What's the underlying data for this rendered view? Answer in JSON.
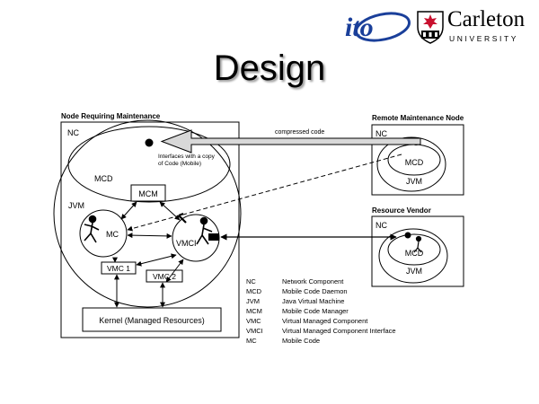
{
  "slide": {
    "title": "Design",
    "logos": {
      "ito_text": "ito",
      "carleton_name": "Carleton",
      "carleton_sub": "UNIVERSITY"
    }
  },
  "diagram": {
    "node_requiring": {
      "label": "Node Requiring Maintenance",
      "nc": "NC",
      "jvm": "JVM",
      "mcd": "MCD",
      "mcd_note": [
        "Interfaces with a copy",
        "of Code (Mobile)"
      ],
      "mcm": "MCM",
      "mc": "MC",
      "vmci": "VMCI",
      "vmc1": "VMC 1",
      "vmc2": "VMC 2",
      "kernel": "Kernel (Managed Resources)"
    },
    "compressed_code": "compressed code",
    "remote_node": {
      "label": "Remote Maintenance Node",
      "nc": "NC",
      "mcd": "MCD",
      "jvm": "JVM"
    },
    "resource_vendor": {
      "label": "Resource Vendor",
      "nc": "NC",
      "mcd": "MCD",
      "jvm": "JVM"
    },
    "legend": [
      {
        "abbr": "NC",
        "desc": "Network Component"
      },
      {
        "abbr": "MCD",
        "desc": "Mobile Code Daemon"
      },
      {
        "abbr": "JVM",
        "desc": "Java Virtual Machine"
      },
      {
        "abbr": "MCM",
        "desc": "Mobile Code Manager"
      },
      {
        "abbr": "VMC",
        "desc": "Virtual Managed Component"
      },
      {
        "abbr": "VMCI",
        "desc": "Virtual Managed Component Interface"
      },
      {
        "abbr": "MC",
        "desc": "Mobile Code"
      }
    ]
  },
  "colors": {
    "line": "#000000",
    "arrow_fill": "#d8d8d8",
    "title_shadow": "#9a9a9a",
    "ito_blue": "#1a3f9a",
    "carleton_red": "#c8102e"
  }
}
